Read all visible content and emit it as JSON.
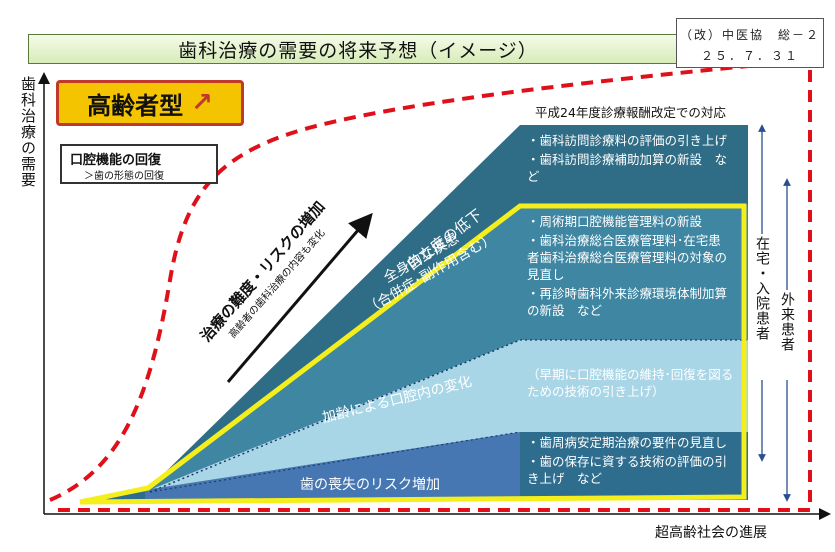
{
  "title": "歯科治療の需要の将来予想（イメージ）",
  "reference": {
    "line1": "（改）中医協　総－２",
    "line2": "２５．７．３１"
  },
  "type_label": "高齢者型",
  "arrow_icon": "up-right-arrow-icon",
  "oral_function": {
    "title": "口腔機能の回復",
    "subtitle": "＞歯の形態の回復"
  },
  "y_axis_label": "歯科治療の需要",
  "x_axis_label": "超高齢社会の進展",
  "diagonal": {
    "main": "治療の難度・リスクの増加",
    "sub": "高齢者の歯科治療の内容も変化"
  },
  "band_labels": {
    "top": "自立度の低下",
    "systemic_1": "全身的な疾患",
    "systemic_2": "（合併症･副作用含む）",
    "aging": "加齢による口腔内の変化",
    "tooth_loss": "歯の喪失のリスク増加"
  },
  "revision_header": "平成24年度診療報酬改定での対応",
  "bullets_top": [
    "・歯科訪問診療料の評価の引き上げ",
    "・歯科訪問診療補助加算の新設　など"
  ],
  "bullets_middle": [
    "・周術期口腔機能管理料の新設",
    "・歯科治療総合医療管理料･在宅患者歯科治療総合医療管理料の対象の見直し",
    "・再診時歯科外来診療環境体制加算の新設　など"
  ],
  "bullets_aging": "（早期に口腔機能の維持･回復を図るための技術の引き上げ）",
  "bullets_bottom": [
    "・歯周病安定期治療の要件の見直し",
    "・歯の保存に資する技術の評価の引き上げ　など"
  ],
  "side_inner": "在宅・入院患者",
  "side_outer": "外来患者",
  "colors": {
    "dark_teal": "#2f6d86",
    "mid_teal": "#5a9fb8",
    "light_teal": "#a9d6e6",
    "yellow": "#f4ee1c",
    "red_dash": "#e0101a",
    "navy": "#2a3f7f"
  }
}
